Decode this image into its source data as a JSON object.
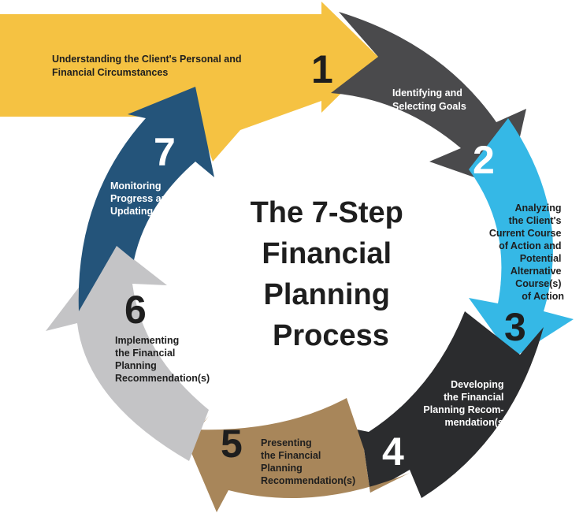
{
  "title": {
    "lines": [
      "The 7-Step",
      "Financial",
      "Planning",
      "Process"
    ]
  },
  "steps": [
    {
      "number": "1",
      "label": [
        "Understanding the Client's Personal and",
        "Financial Circumstances"
      ],
      "color": "#f5c242",
      "text_color": "#1e1e1e",
      "number_color": "#1e1e1e"
    },
    {
      "number": "2",
      "label": [
        "Identifying and",
        "Selecting Goals"
      ],
      "color": "#4a4a4c",
      "text_color": "#ffffff",
      "number_color": "#ffffff"
    },
    {
      "number": "3",
      "label": [
        "Analyzing",
        "the Client's",
        "Current Course",
        "of Action and",
        "Potential",
        "Alternative",
        "Course(s)",
        "of Action"
      ],
      "color": "#35b8e6",
      "text_color": "#1e1e1e",
      "number_color": "#1e1e1e"
    },
    {
      "number": "4",
      "label": [
        "Developing",
        "the Financial",
        "Planning Recom-",
        "mendation(s)"
      ],
      "color": "#2b2c2e",
      "text_color": "#ffffff",
      "number_color": "#ffffff"
    },
    {
      "number": "5",
      "label": [
        "Presenting",
        "the Financial",
        "Planning",
        "Recommendation(s)"
      ],
      "color": "#a8865a",
      "text_color": "#1e1e1e",
      "number_color": "#1e1e1e"
    },
    {
      "number": "6",
      "label": [
        "Implementing",
        "the Financial",
        "Planning",
        "Recommendation(s)"
      ],
      "color": "#c4c4c6",
      "text_color": "#1e1e1e",
      "number_color": "#1e1e1e"
    },
    {
      "number": "7",
      "label": [
        "Monitoring",
        "Progress and",
        "Updating"
      ],
      "color": "#24547a",
      "text_color": "#ffffff",
      "number_color": "#ffffff"
    }
  ]
}
